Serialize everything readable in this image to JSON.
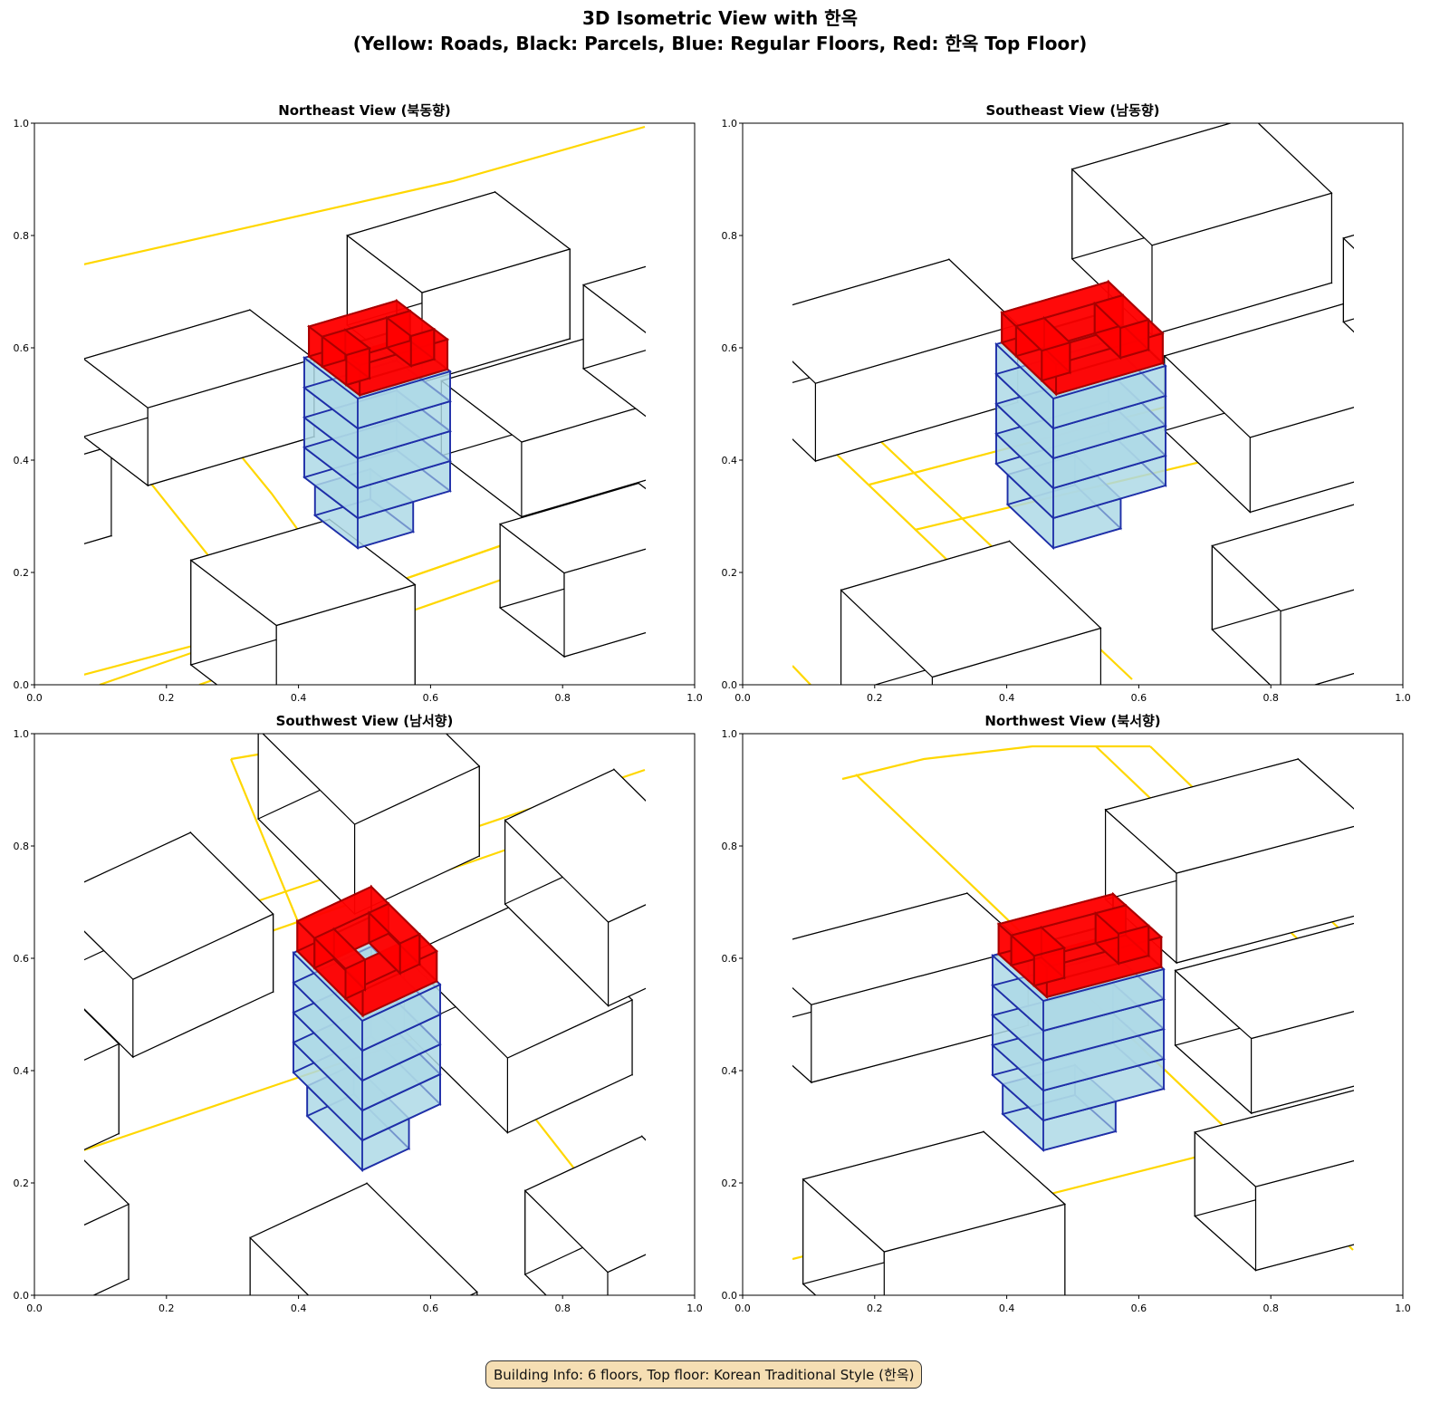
{
  "figure": {
    "title_line1": "3D Isometric View with 한옥",
    "title_line2": "(Yellow: Roads, Black: Parcels, Blue: Regular Floors, Red: 한옥 Top Floor)",
    "info_box": "Building Info: 6 floors, Top floor: Korean Traditional Style (한옥)"
  },
  "panels": [
    {
      "title": "Northeast View (북동향)"
    },
    {
      "title": "Southeast View (남동향)"
    },
    {
      "title": "Southwest View (남서향)"
    },
    {
      "title": "Northwest View (북서향)"
    }
  ],
  "axes": {
    "ticks": [
      "0.0",
      "0.2",
      "0.4",
      "0.6",
      "0.8",
      "1.0"
    ]
  },
  "colors": {
    "road": "#ffd700",
    "parcel": "#000000",
    "floor_fill": "#add8e6",
    "floor_edge": "#1f2fa8",
    "hanok_fill": "#ff0000",
    "hanok_edge": "#aa0000"
  }
}
